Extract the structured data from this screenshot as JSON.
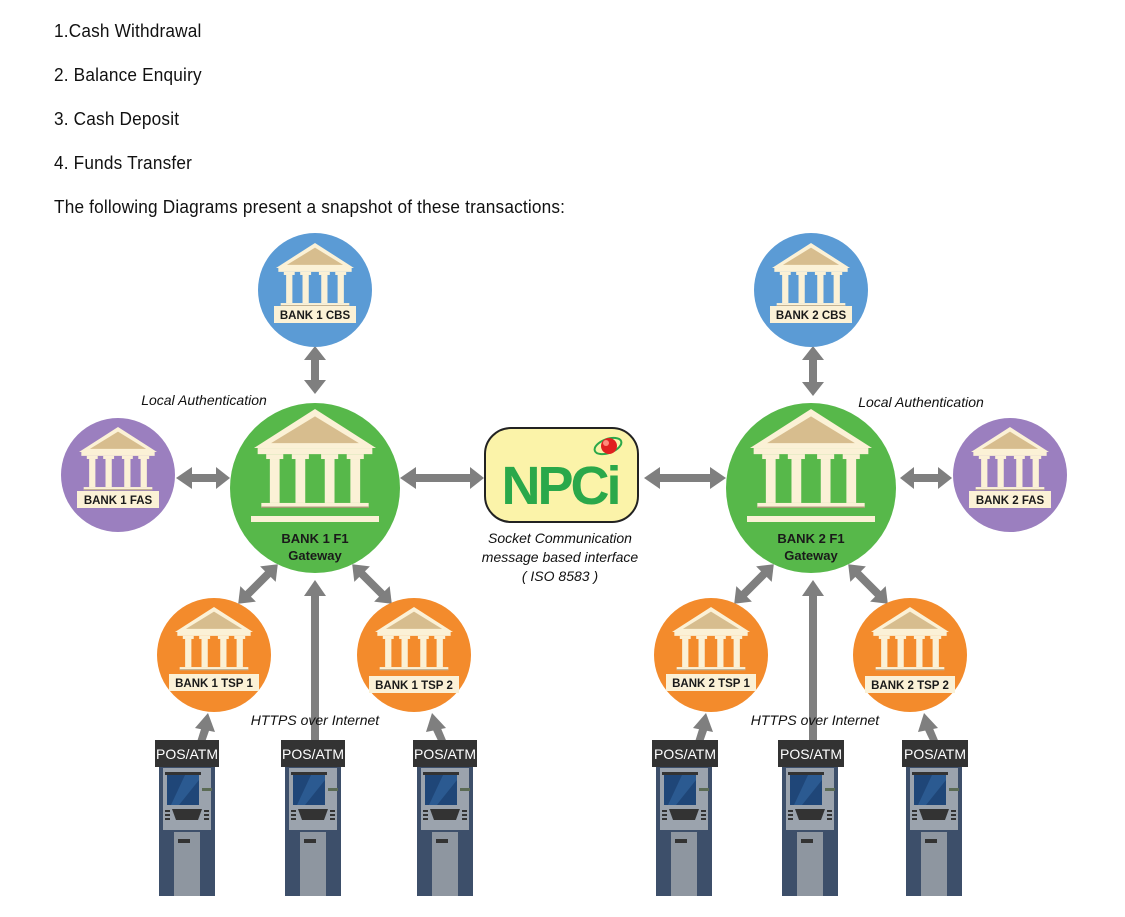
{
  "intro": {
    "items": [
      "1.Cash Withdrawal",
      "2. Balance Enquiry",
      "3. Cash Deposit",
      "4. Funds Transfer"
    ],
    "caption": "The following Diagrams present a snapshot of these transactions:"
  },
  "colors": {
    "cbs": "#5b9bd5",
    "gateway": "#57b84a",
    "fas": "#9b7fbf",
    "tsp": "#f38b2c",
    "arrow": "#7f7f7f",
    "npci_bg": "#fbf3a9",
    "npci_text": "#2aa84a",
    "atm_header": "#333333"
  },
  "bank1": {
    "cbs_label": "BANK 1 CBS",
    "gateway_line1": "BANK 1 F1",
    "gateway_line2": "Gateway",
    "fas_label": "BANK 1 FAS",
    "tsp1_label": "BANK 1 TSP 1",
    "tsp2_label": "BANK 1 TSP 2",
    "local_auth": "Local Authentication",
    "https_note": "HTTPS over Internet",
    "atms": [
      "POS/ATM",
      "POS/ATM",
      "POS/ATM"
    ]
  },
  "bank2": {
    "cbs_label": "BANK 2 CBS",
    "gateway_line1": "BANK 2 F1",
    "gateway_line2": "Gateway",
    "fas_label": "BANK 2 FAS",
    "tsp1_label": "BANK 2 TSP 1",
    "tsp2_label": "BANK 2 TSP 2",
    "local_auth": "Local Authentication",
    "https_note": "HTTPS over Internet",
    "atms": [
      "POS/ATM",
      "POS/ATM",
      "POS/ATM"
    ]
  },
  "npci": {
    "logo_text": "NPCi",
    "desc_line1": "Socket Communication",
    "desc_line2": "message based interface",
    "desc_line3": "( ISO 8583 )"
  }
}
